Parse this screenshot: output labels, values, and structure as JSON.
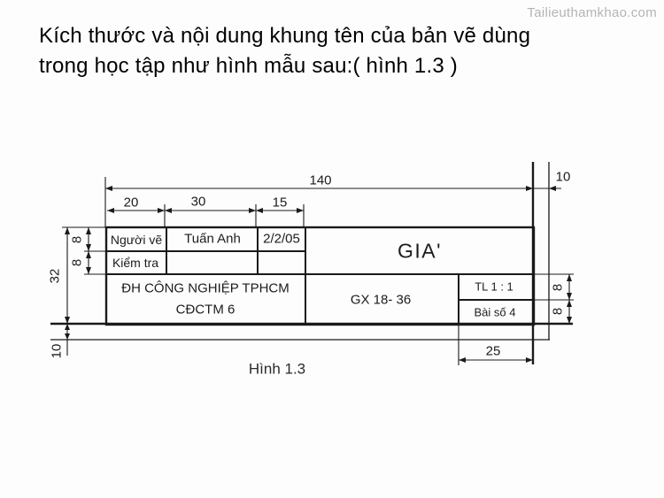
{
  "watermark": "Tailieuthamkhao.com",
  "title": {
    "line1": "Kích thước và nội dung khung tên của bản vẽ dùng",
    "line2": "trong học tập như hình mẫu sau:( hình 1.3 )"
  },
  "drawing": {
    "caption": "Hình 1.3",
    "cells": {
      "role1_label": "Người vẽ",
      "drafter_name": "Tuấn Anh",
      "date": "2/2/05",
      "role2_label": "Kiểm tra",
      "part_name": "GIA'",
      "school_line1": "ĐH CÔNG NGHIỆP TPHCM",
      "school_line2": "CĐCTM 6",
      "material": "GX 18- 36",
      "scale": "TL 1 : 1",
      "assignment": "Bài số 4"
    },
    "dims": {
      "total_width": "140",
      "col1": "20",
      "col2": "30",
      "col3": "15",
      "right_margin": "10",
      "total_height": "32",
      "row1_height": "8",
      "row2_height": "8",
      "bottom_margin": "10",
      "right_row1_height": "8",
      "right_row2_height": "8",
      "scale_col_width": "25"
    },
    "line_color": "#1a1a1a"
  }
}
